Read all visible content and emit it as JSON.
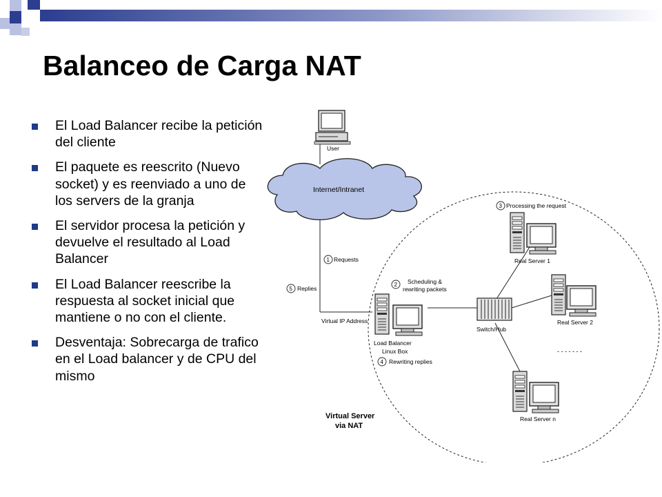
{
  "slide": {
    "title": "Balanceo de Carga NAT",
    "bullets": [
      "El Load Balancer recibe la petición del cliente",
      "El paquete es reescrito (Nuevo socket) y es reenviado a uno de los servers de la granja",
      "El servidor procesa la petición y devuelve el resultado al Load Balancer",
      "El Load Balancer reescribe la respuesta al socket inicial que mantiene o no con el cliente.",
      "Desventaja: Sobrecarga de trafico en el Load balancer y de CPU del mismo"
    ]
  },
  "diagram": {
    "user_label": "User",
    "cloud_label": "Internet/Intranet",
    "step1_num": "1",
    "step1_label": "Requests",
    "step2_num": "2",
    "step2_label_line1": "Scheduling &",
    "step2_label_line2": "rewriting packets",
    "step3_num": "3",
    "step3_label": "Processing the request",
    "step4_num": "4",
    "step4_label": "Rewriting replies",
    "step5_num": "5",
    "step5_label": "Replies",
    "vip_label": "Virtual IP Address",
    "lb_label_line1": "Load Balancer",
    "lb_label_line2": "Linux Box",
    "switch_label": "Switch/Hub",
    "server1_label": "Real Server 1",
    "server2_label": "Real Server 2",
    "servern_label": "Real Server n",
    "vs_label_line1": "Virtual Server",
    "vs_label_line2": "via NAT",
    "dashes": "- - - - - - -"
  },
  "colors": {
    "accent_dark": "#3a4a9a",
    "accent_light": "#b8c0e0",
    "bullet": "#1f3a8a",
    "cloud_fill": "#b8c4e8"
  }
}
